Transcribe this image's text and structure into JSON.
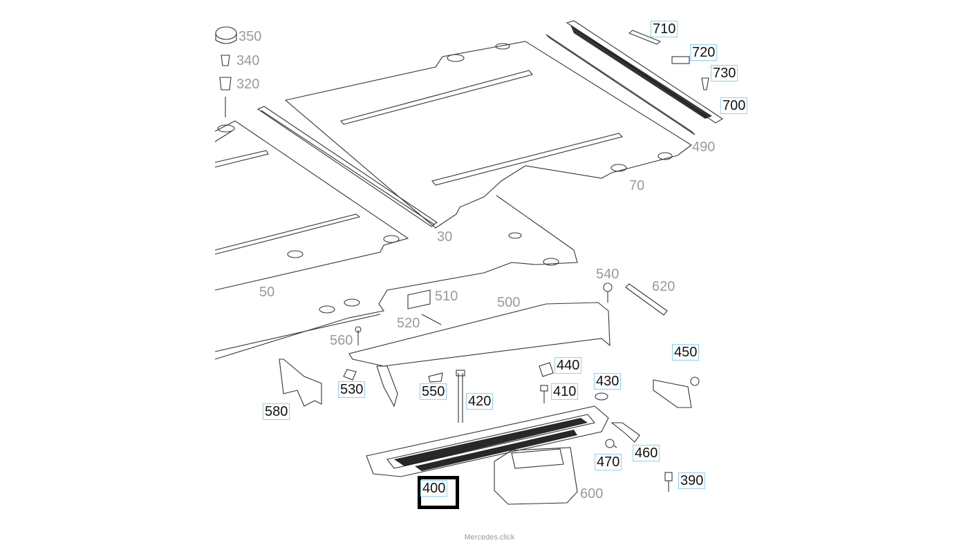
{
  "parts": {
    "p350": "350",
    "p340": "340",
    "p320": "320",
    "p710": "710",
    "p720": "720",
    "p730": "730",
    "p700": "700",
    "p490": "490",
    "p70": "70",
    "p30": "30",
    "p50": "50",
    "p540": "540",
    "p620": "620",
    "p510": "510",
    "p500": "500",
    "p520": "520",
    "p560": "560",
    "p440": "440",
    "p450": "450",
    "p530": "530",
    "p550": "550",
    "p420": "420",
    "p410": "410",
    "p430": "430",
    "p580": "580",
    "p460": "460",
    "p470": "470",
    "p390": "390",
    "p400": "400",
    "p600": "600"
  },
  "selected_part": "400",
  "footer": "Mercedes.click"
}
